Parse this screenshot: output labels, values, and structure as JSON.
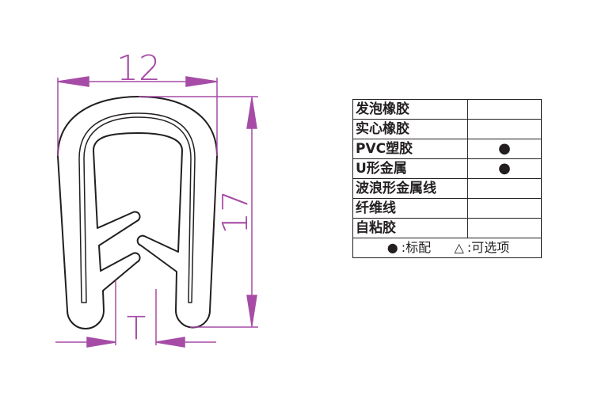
{
  "dimensions": {
    "width": "12",
    "height": "17",
    "thickness": "T"
  },
  "colors": {
    "dimension": "#a64ca6",
    "outline": "#231f20"
  },
  "table": {
    "rows": [
      {
        "label": "发泡橡胶",
        "mark": ""
      },
      {
        "label": "实心橡胶",
        "mark": ""
      },
      {
        "label": "PVC塑胶",
        "mark": "●"
      },
      {
        "label": "U形金属",
        "mark": "●"
      },
      {
        "label": "波浪形金属线",
        "mark": ""
      },
      {
        "label": "纤维线",
        "mark": ""
      },
      {
        "label": "自粘胶",
        "mark": ""
      }
    ],
    "legend": {
      "standard_symbol": "●",
      "standard_label": ":标配",
      "optional_symbol": "△",
      "optional_label": ":可选项"
    }
  }
}
